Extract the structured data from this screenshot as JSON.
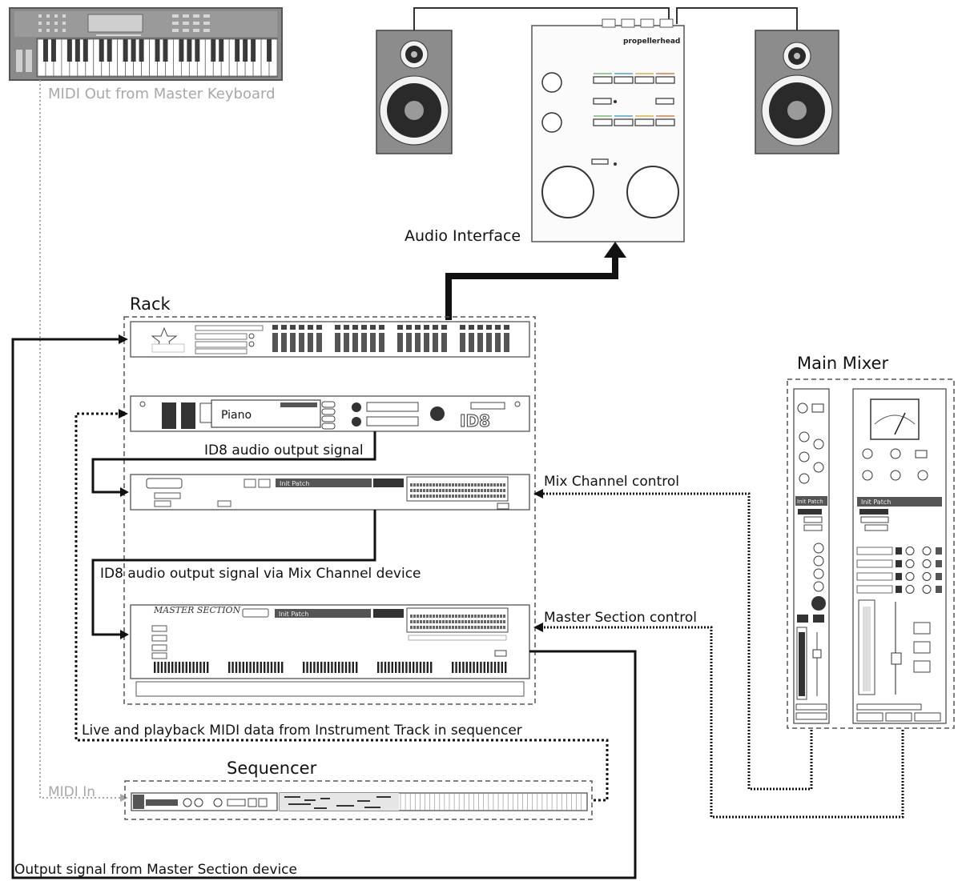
{
  "labels": {
    "midi_out": "MIDI Out from Master Keyboard",
    "audio_interface": "Audio Interface",
    "rack": "Rack",
    "main_mixer": "Main Mixer",
    "id8_output": "ID8 audio output signal",
    "mix_channel_control": "Mix Channel control",
    "id8_via_mix": "ID8 audio output signal via Mix Channel device",
    "master_section_control": "Master Section control",
    "live_playback": "Live and playback MIDI data from Instrument Track in sequencer",
    "sequencer": "Sequencer",
    "midi_in": "MIDI In",
    "output_signal": "Output signal from Master Section device"
  },
  "devices": {
    "interface_brand": "propellerhead",
    "id8_patch": "Piano",
    "id8_logo": "ID8",
    "mix_channel_patch": "Init Patch",
    "master_section_title": "MASTER SECTION",
    "master_patch": "Init Patch",
    "mixer_init_patch_1": "Init Patch",
    "mixer_init_patch_2": "Init Patch"
  },
  "colors": {
    "line": "#111111",
    "midi_gray": "#a8a8a8",
    "device_border": "#444444"
  }
}
